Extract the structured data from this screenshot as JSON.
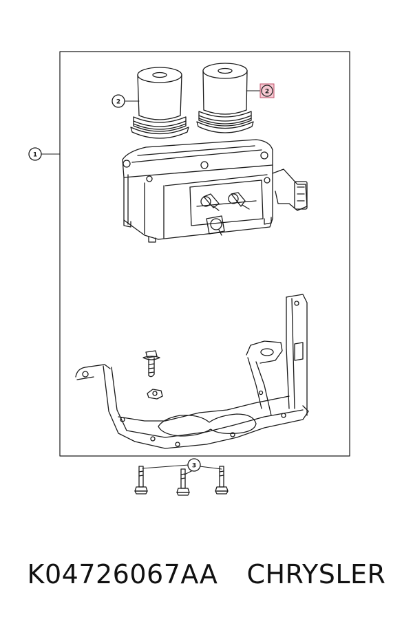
{
  "callouts": [
    {
      "label": "1",
      "part": "assembly"
    },
    {
      "label": "2",
      "part": "filter-left"
    },
    {
      "label": "2",
      "part": "filter-right",
      "highlighted": true
    },
    {
      "label": "3",
      "part": "bolts"
    }
  ],
  "caption": {
    "part_number": "K04726067AA",
    "brand": "CHRYSLER"
  },
  "colors": {
    "line": "#1a1a1a",
    "highlight_fill": "#f6c9d2",
    "highlight_stroke": "#c0506a"
  }
}
